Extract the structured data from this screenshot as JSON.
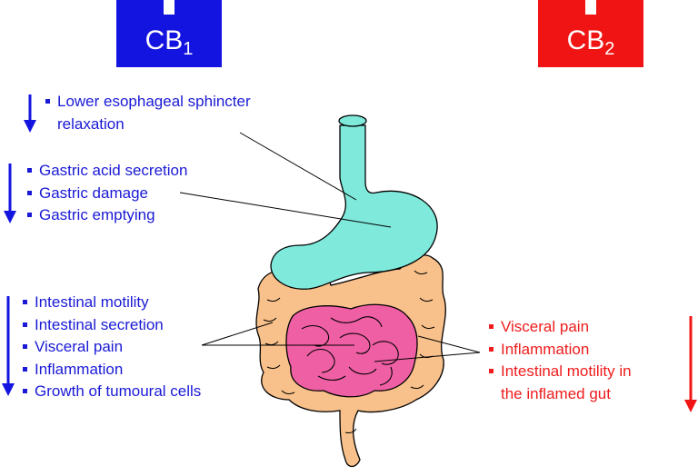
{
  "cb1": {
    "label": "CB",
    "sub": "1",
    "color": "#1414e0"
  },
  "cb2": {
    "label": "CB",
    "sub": "2",
    "color": "#f01414"
  },
  "cb1_groups": [
    {
      "items": [
        "Lower esophageal sphincter relaxation"
      ]
    },
    {
      "items": [
        "Gastric acid secretion",
        "Gastric damage",
        "Gastric emptying"
      ]
    },
    {
      "items": [
        "Intestinal motility",
        "Intestinal secretion",
        "Visceral pain",
        "Inflammation",
        "Growth of tumoural cells"
      ]
    }
  ],
  "cb2_groups": [
    {
      "items": [
        "Visceral pain",
        "Inflammation",
        "Intestinal motility in the inflamed gut"
      ]
    }
  ],
  "colors": {
    "esophagus_stomach": "#7fe9dc",
    "large_intestine": "#f8c08a",
    "small_intestine": "#ef5fa4",
    "outline": "#000000"
  }
}
